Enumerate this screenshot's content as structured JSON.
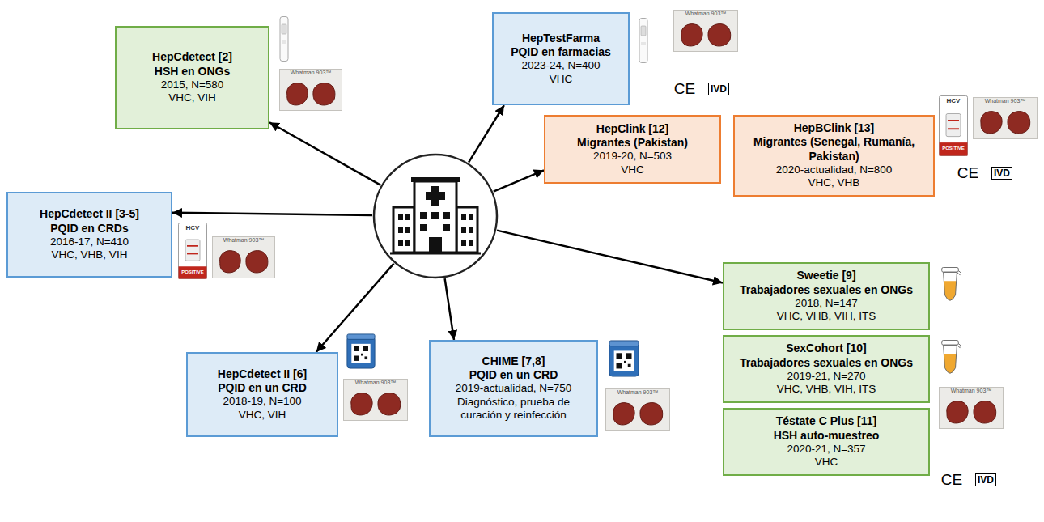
{
  "diagram": {
    "nodes": [
      {
        "text": [
          "HepCdetect [2]",
          "HSH en ONGs",
          "2015, N=580",
          "VHC, VIH"
        ]
      },
      {
        "text": [
          "HepTestFarma",
          "PQID en farmacias",
          "2023-24, N=400",
          "VHC"
        ]
      },
      {
        "text": [
          "HepClink [12]",
          "Migrantes (Pakistan)",
          "2019-20, N=503",
          "VHC"
        ]
      },
      {
        "text": [
          "HepBClink [13]",
          "Migrantes (Senegal, Rumanía, Pakistan)",
          "2020-actualidad, N=800",
          "VHC, VHB"
        ]
      },
      {
        "text": []
      },
      {
        "text": [
          "HepCdetect II [3-5]",
          "PQID en CRDs",
          "2016-17, N=410",
          "VHC, VHB, VIH"
        ]
      },
      {
        "text": [
          "Sweetie [9]",
          "Trabajadores sexuales en ONGs",
          "2018, N=147",
          "VHC, VHB, VIH, ITS"
        ]
      },
      {
        "text": [
          "SexCohort [10]",
          "Trabajadores sexuales en ONGs",
          "2019-21, N=270",
          "VHC, VHB, VIH, ITS"
        ]
      },
      {
        "text": [
          "HepCdetect II [6]",
          "PQID en un CRD",
          "2018-19, N=100",
          "VHC, VIH"
        ]
      },
      {
        "text": [
          "CHIME [7,8]",
          "PQID en un CRD",
          "2019-actualidad, N=750",
          "Diagnóstico, prueba de curación y reinfección"
        ]
      },
      {
        "text": [
          "Téstate C Plus [11]",
          "HSH auto-muestreo",
          "2020-21, N=357",
          "VHC"
        ]
      }
    ],
    "edges": [
      {
        "from": 4,
        "to": 0,
        "arrow": "to"
      },
      {
        "from": 4,
        "to": 1,
        "arrow": "to"
      },
      {
        "from": 4,
        "to": 2,
        "arrow": "to"
      },
      {
        "from": 4,
        "to": 5,
        "arrow": "to"
      },
      {
        "from": 4,
        "to": 6,
        "arrow": "to"
      },
      {
        "from": 4,
        "to": 8,
        "arrow": "to"
      },
      {
        "from": 4,
        "to": 9,
        "arrow": "to"
      }
    ],
    "labels": [
      "Whatman 903™",
      "Whatman 903™",
      "CE",
      "IVD",
      "HCV",
      "POSITIVE",
      "Whatman 903™",
      "CE",
      "IVD",
      "HCV",
      "POSITIVE",
      "Whatman 903™",
      "Whatman 903™",
      "Whatman 903™",
      "Whatman 903™",
      "CE",
      "IVD"
    ]
  }
}
